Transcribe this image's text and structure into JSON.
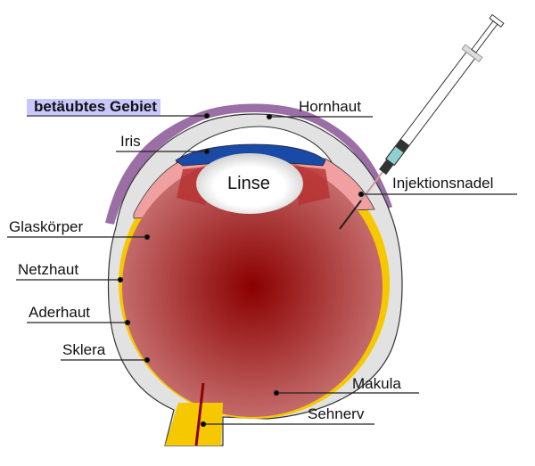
{
  "title": "Auge – Injektion",
  "labels": {
    "anesthetized_area": "betäubtes Gebiet",
    "cornea": "Hornhaut",
    "iris": "Iris",
    "lens": "Linse",
    "needle": "Injektionsnadel",
    "vitreous": "Glaskörper",
    "retina": "Netzhaut",
    "choroid": "Aderhaut",
    "sclera": "Sklera",
    "macula": "Makula",
    "optic_nerve": "Sehnerv"
  },
  "colors": {
    "anesthetized": "#9b6fa6",
    "highlight": "#c8c8ff",
    "iris": "#1a4aa8",
    "vitreous_center": "#8b0000",
    "vitreous_edge": "#c46a6a",
    "choroid": "#f5c800",
    "sclera": "#e2e2e2",
    "ciliary": "#f0a0a0"
  }
}
